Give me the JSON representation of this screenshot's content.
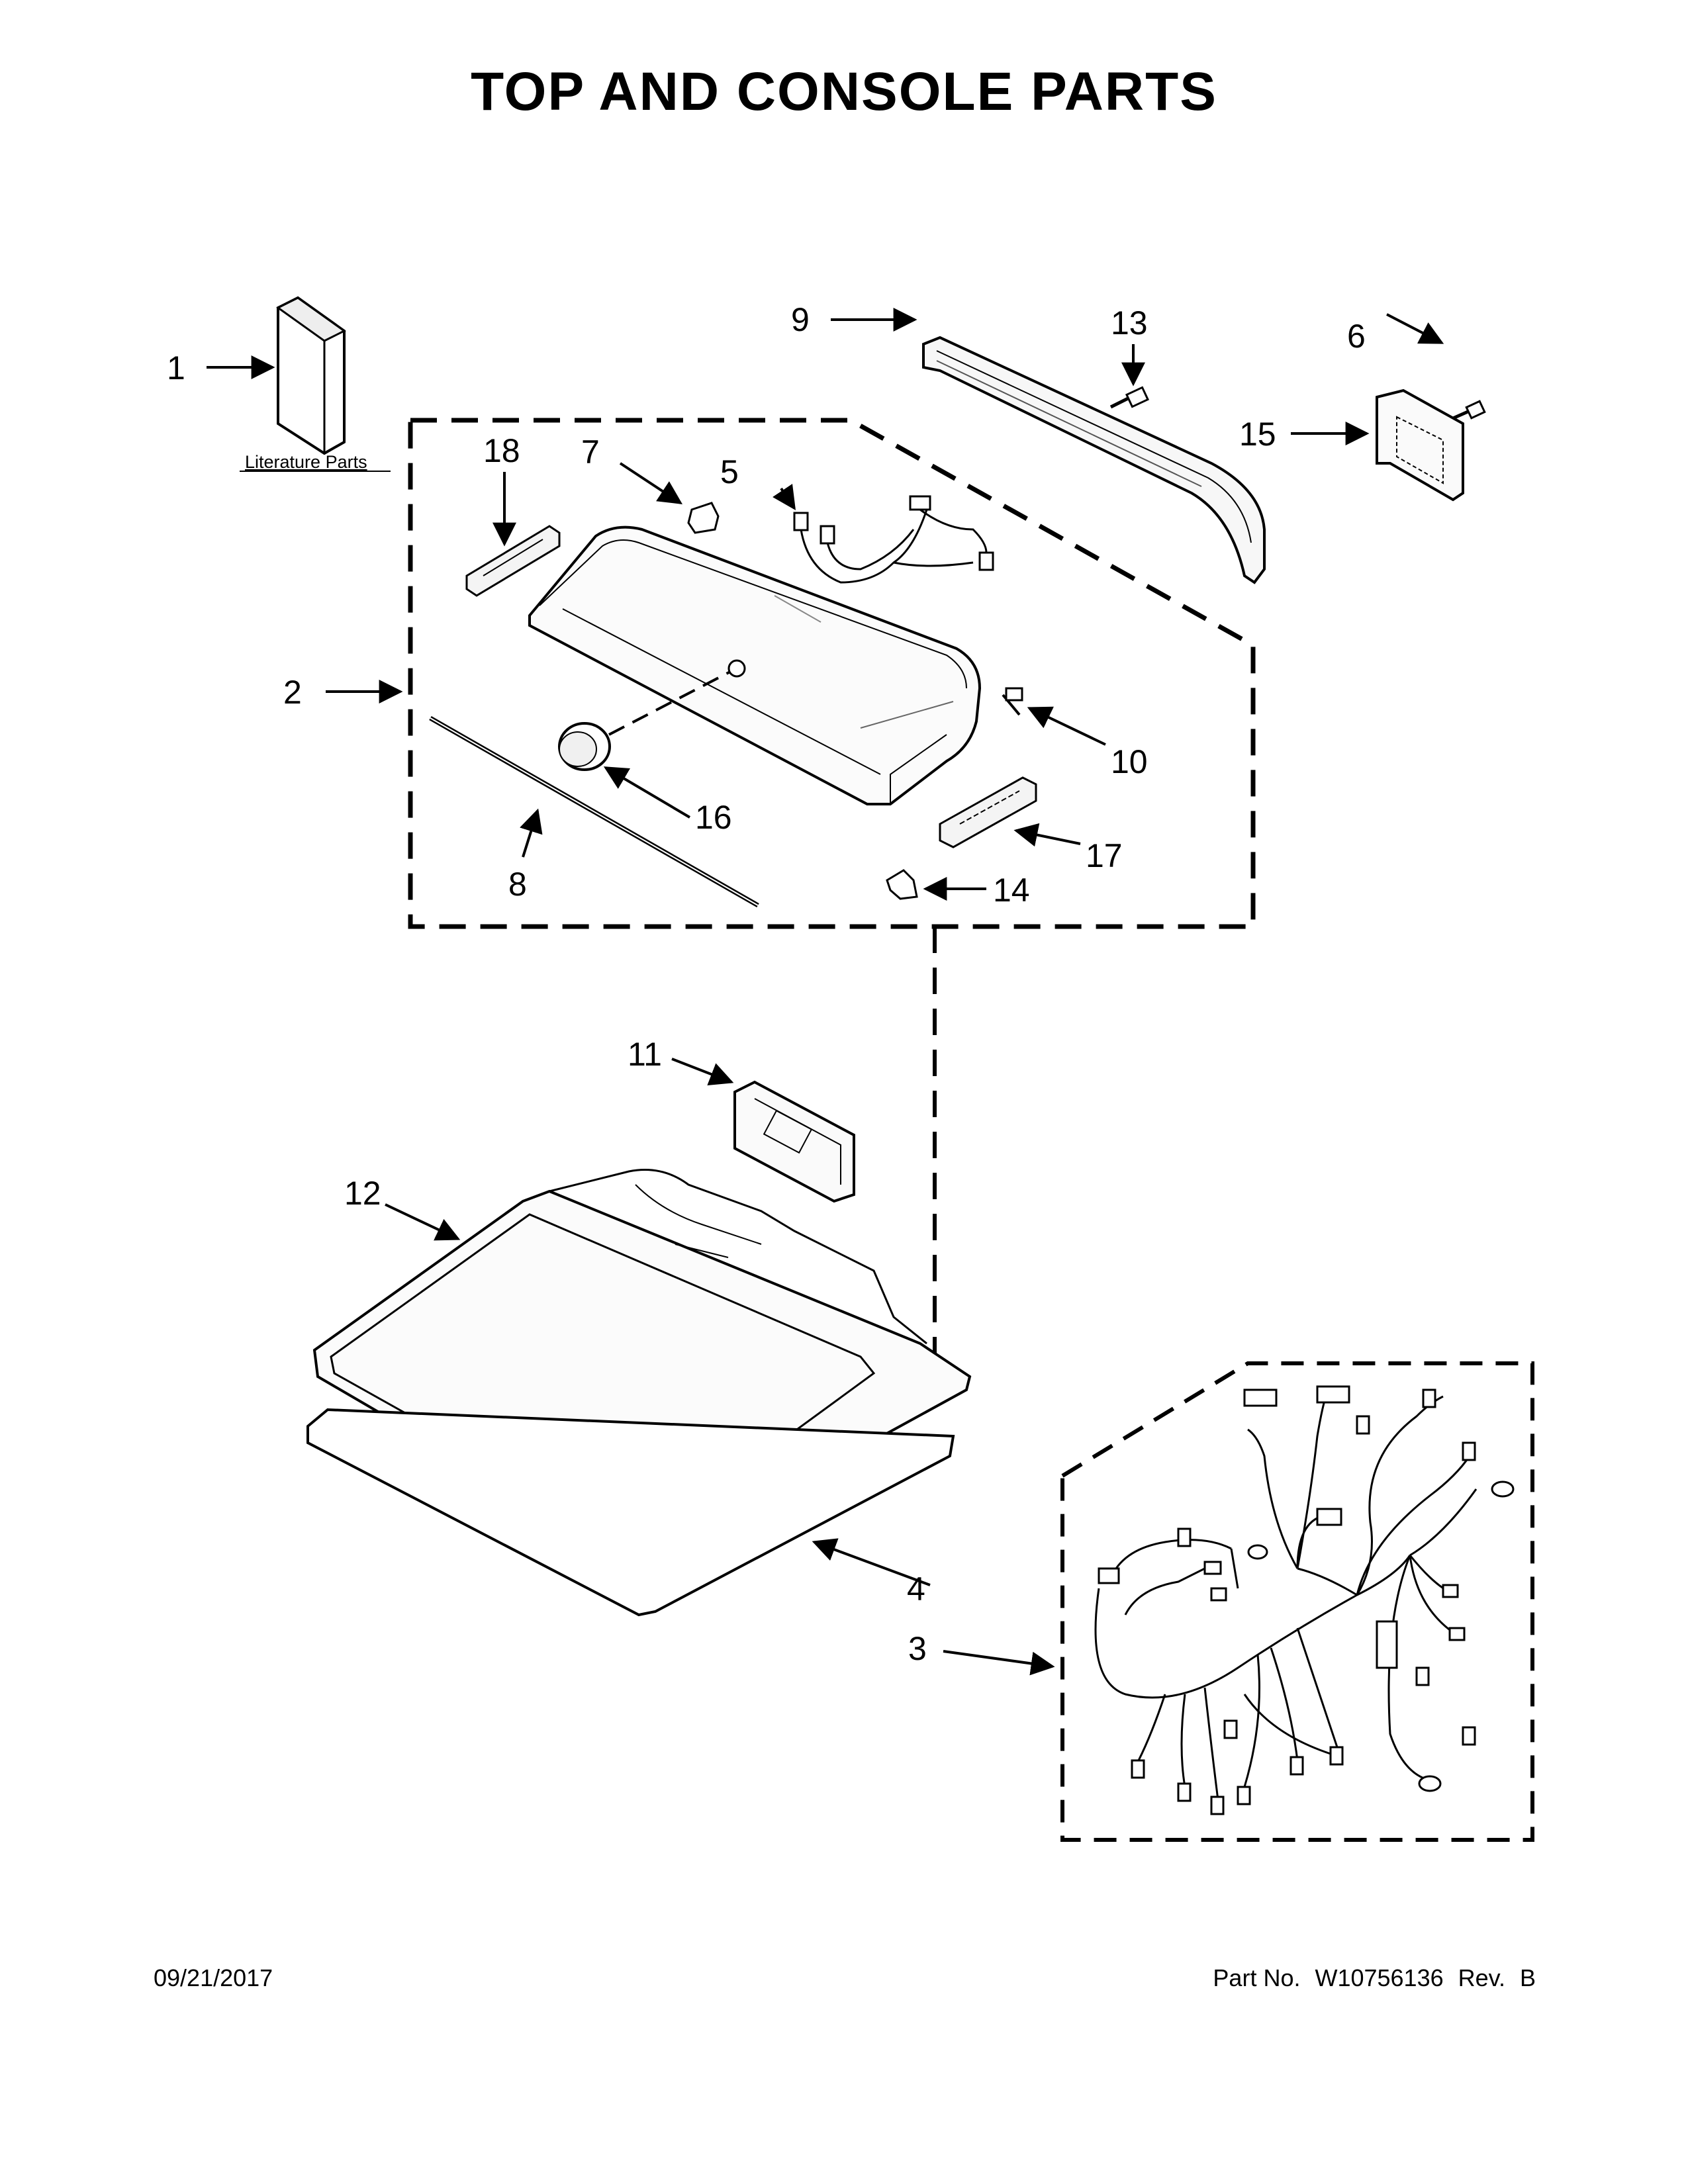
{
  "title": "TOP AND CONSOLE PARTS",
  "literature_label": "Literature Parts",
  "callouts": {
    "c1": "1",
    "c2": "2",
    "c3": "3",
    "c4": "4",
    "c5": "5",
    "c6": "6",
    "c7": "7",
    "c8": "8",
    "c9": "9",
    "c10": "10",
    "c11": "11",
    "c12": "12",
    "c13": "13",
    "c14": "14",
    "c15": "15",
    "c16": "16",
    "c17": "17",
    "c18": "18"
  },
  "footer": {
    "date": "09/21/2017",
    "part_label": "Part No.",
    "part_number": "W10756136",
    "rev_label": "Rev.",
    "rev_value": "B"
  }
}
